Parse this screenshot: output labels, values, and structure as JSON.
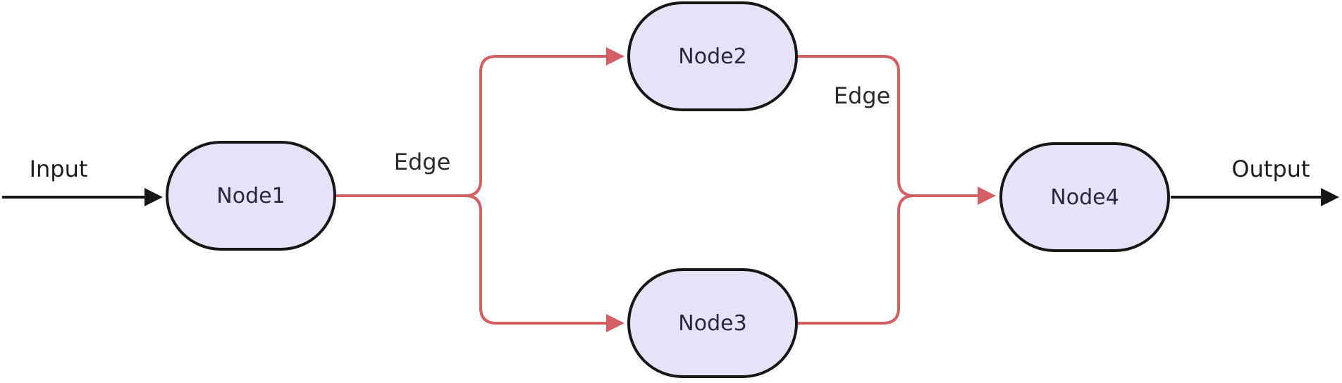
{
  "diagram": {
    "type": "flowchart-left-right",
    "nodes": [
      {
        "id": "node1",
        "label": "Node1",
        "shape": "stadium"
      },
      {
        "id": "node2",
        "label": "Node2",
        "shape": "stadium"
      },
      {
        "id": "node3",
        "label": "Node3",
        "shape": "stadium"
      },
      {
        "id": "node4",
        "label": "Node4",
        "shape": "stadium"
      }
    ],
    "external_labels": {
      "input": "Input",
      "output": "Output"
    },
    "edge_labels": [
      {
        "text": "Edge",
        "between": "node1-split"
      },
      {
        "text": "Edge",
        "between": "node2-merge"
      }
    ],
    "connections": [
      {
        "from": "input",
        "to": "node1",
        "color": "black"
      },
      {
        "from": "node1",
        "to": "node2",
        "color": "red",
        "label": "Edge"
      },
      {
        "from": "node1",
        "to": "node3",
        "color": "red"
      },
      {
        "from": "node2",
        "to": "node4",
        "color": "red",
        "label": "Edge"
      },
      {
        "from": "node3",
        "to": "node4",
        "color": "red"
      },
      {
        "from": "node4",
        "to": "output",
        "color": "black"
      }
    ],
    "colors": {
      "background": "#ffffff",
      "node_fill": "#e7e2f7",
      "node_border": "#161616",
      "node_text": "#2b2640",
      "edge_red": "#d25f64",
      "arrow_black": "#161616",
      "label_text": "#1c1c1c"
    }
  }
}
